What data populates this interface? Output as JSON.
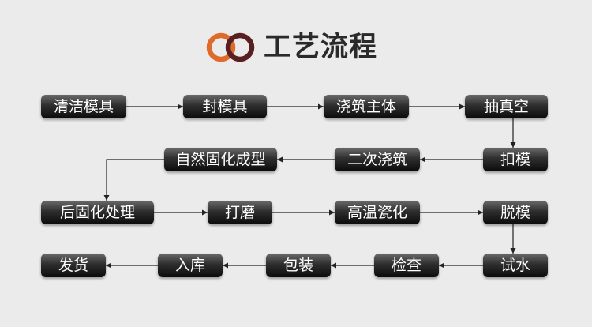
{
  "header": {
    "title": "工艺流程",
    "logo_colors": [
      "#e06a2a",
      "#5a1f20"
    ]
  },
  "steps": [
    "清洁模具",
    "封模具",
    "浇筑主体",
    "抽真空",
    "扣模",
    "二次浇筑",
    "自然固化成型",
    "后固化处理",
    "打磨",
    "高温瓷化",
    "脱模",
    "试水",
    "检查",
    "包装",
    "入库",
    "发货"
  ]
}
